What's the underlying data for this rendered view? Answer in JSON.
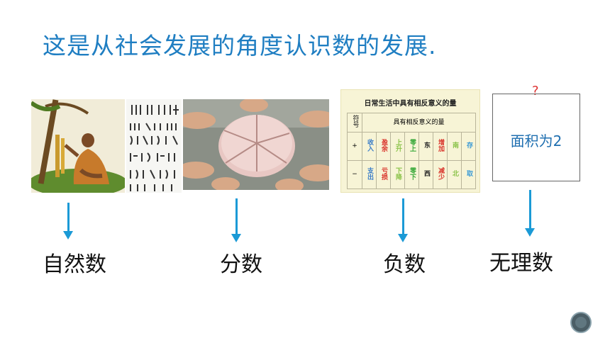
{
  "title": "这是从社会发展的角度认识数的发展.",
  "labels": {
    "natural": "自然数",
    "fraction": "分数",
    "negative": "负数",
    "irrational": "无理数"
  },
  "table": {
    "title": "日常生活中具有相反意义的量",
    "header_symbol": "符号",
    "header_quantity": "具有相反意义的量",
    "plus_sign": "+",
    "minus_sign": "−",
    "plus_row": [
      "收入",
      "盈余",
      "上升",
      "零上",
      "东",
      "增加",
      "南",
      "存"
    ],
    "minus_row": [
      "支出",
      "亏损",
      "下降",
      "零下",
      "西",
      "减少",
      "北",
      "取"
    ],
    "plus_colors": [
      "#3a7dc8",
      "#d9342b",
      "#8bc34a",
      "#3caa3c",
      "#222222",
      "#d9342b",
      "#8bc34a",
      "#3a9ad6"
    ],
    "minus_colors": [
      "#3a7dc8",
      "#d9342b",
      "#8bc34a",
      "#3caa3c",
      "#222222",
      "#d9342b",
      "#8bc34a",
      "#3a9ad6"
    ]
  },
  "area_box": {
    "text": "面积为2",
    "question_mark": "?"
  },
  "colors": {
    "title": "#1f7ec2",
    "arrow": "#1b9ad6"
  }
}
